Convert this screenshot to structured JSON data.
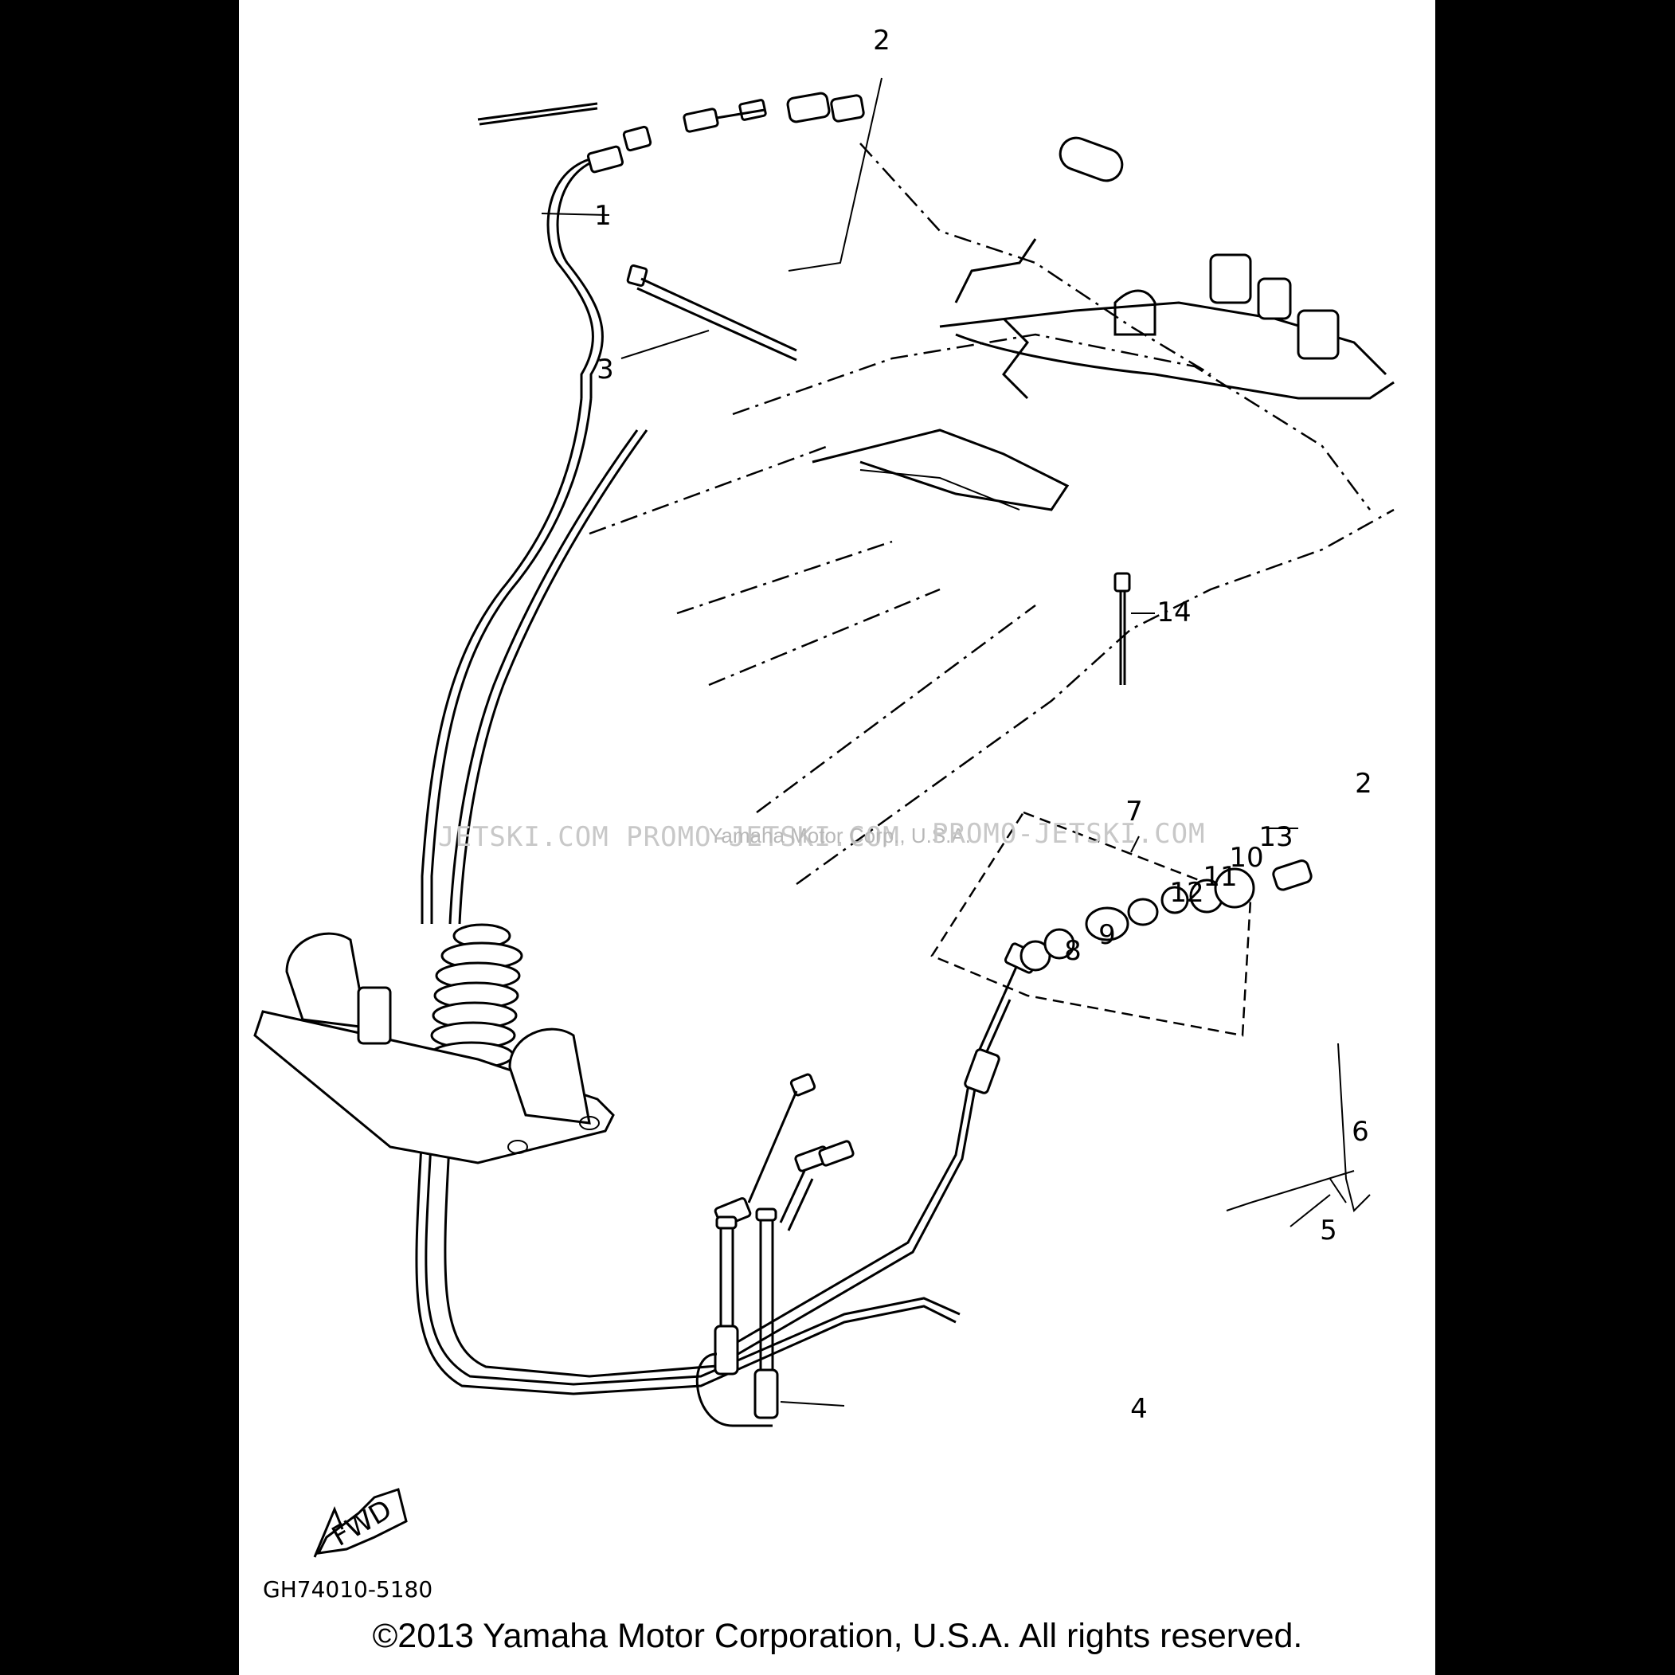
{
  "diagram": {
    "callouts": [
      {
        "id": "1",
        "label": "1"
      },
      {
        "id": "2a",
        "label": "2"
      },
      {
        "id": "2b",
        "label": "2"
      },
      {
        "id": "3",
        "label": "3"
      },
      {
        "id": "4",
        "label": "4"
      },
      {
        "id": "5",
        "label": "5"
      },
      {
        "id": "6",
        "label": "6"
      },
      {
        "id": "7",
        "label": "7"
      },
      {
        "id": "8",
        "label": "8"
      },
      {
        "id": "9",
        "label": "9"
      },
      {
        "id": "10",
        "label": "10"
      },
      {
        "id": "11",
        "label": "11"
      },
      {
        "id": "12",
        "label": "12"
      },
      {
        "id": "13",
        "label": "13"
      },
      {
        "id": "14",
        "label": "14"
      }
    ],
    "fwd_label": "FWD",
    "drawing_code": "GH74010-5180",
    "watermark_left": "JETSKI.COM   PROMO-JETSKI.COM",
    "watermark_center": "Yamaha Motor Corp., U.S.A.",
    "watermark_right": "PROMO-JETSKI.COM"
  },
  "footer": {
    "copyright": "©2013 Yamaha Motor Corporation, U.S.A. All rights reserved."
  }
}
